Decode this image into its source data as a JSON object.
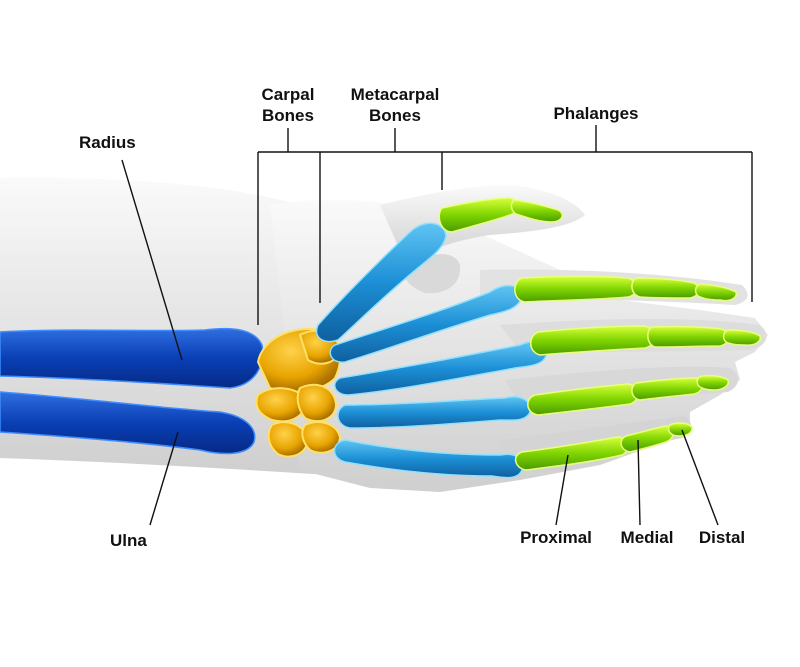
{
  "labels": {
    "radius": "Radius",
    "ulna": "Ulna",
    "carpal_line1": "Carpal",
    "carpal_line2": "Bones",
    "metacarpal_line1": "Metacarpal",
    "metacarpal_line2": "Bones",
    "phalanges": "Phalanges",
    "proximal": "Proximal",
    "medial": "Medial",
    "distal": "Distal"
  },
  "colors": {
    "forearm_bones": "#0a3fb5",
    "carpal_bones": "#e8a400",
    "metacarpal_bones": "#1c8fd6",
    "phalanges": "#7fd400",
    "skin": "#e6e6e6",
    "label_text": "#111111"
  }
}
